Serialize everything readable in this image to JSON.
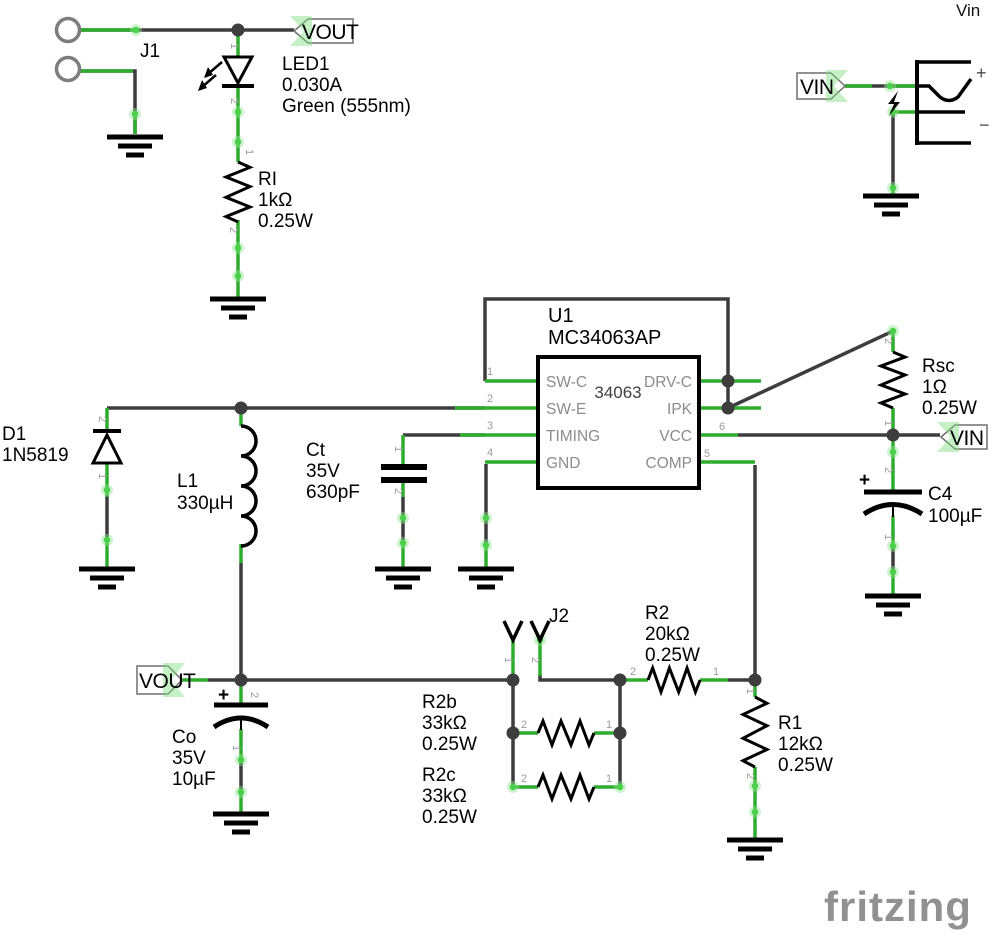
{
  "texts": {
    "vin_corner": "Vin",
    "logo": "fritzing"
  },
  "net_labels": {
    "vout_top": "VOUT",
    "vin_right": "VIN",
    "vin_mid": "VIN",
    "vout_bottom": "VOUT"
  },
  "colors": {
    "wire_dark": "#3d3d3d",
    "wire_green": "#2eac2e",
    "symbol": "#000000",
    "pin_text": "#8c8c8c",
    "logo_gray": "#919191"
  },
  "components": {
    "j1": {
      "ref": "J1"
    },
    "led1": {
      "ref": "LED1",
      "line2": "0.030A",
      "line3": "Green (555nm)",
      "pin_top": "1",
      "pin_bottom": "2"
    },
    "ri": {
      "ref": "RI",
      "line2": "1kΩ",
      "line3": "0.25W",
      "pin_top": "1",
      "pin_bottom": "2"
    },
    "u1": {
      "ref": "U1",
      "part": "MC34063AP",
      "die": "34063",
      "pins_left": [
        {
          "num": "1",
          "name": "SW-C"
        },
        {
          "num": "2",
          "name": "SW-E"
        },
        {
          "num": "3",
          "name": "TIMING"
        },
        {
          "num": "4",
          "name": "GND"
        }
      ],
      "pins_right": [
        {
          "num": "",
          "name": "DRV-C"
        },
        {
          "num": "",
          "name": "IPK"
        },
        {
          "num": "6",
          "name": "VCC"
        },
        {
          "num": "5",
          "name": "COMP"
        }
      ]
    },
    "d1": {
      "ref": "D1",
      "part": "1N5819",
      "pin_top": "2",
      "pin_bottom": "1"
    },
    "l1": {
      "ref": "L1",
      "line2": "330µH"
    },
    "ct": {
      "ref": "Ct",
      "line2": "35V",
      "line3": "630pF",
      "pin_top": "1",
      "pin_bottom": "2"
    },
    "rsc": {
      "ref": "Rsc",
      "line2": "1Ω",
      "line3": "0.25W",
      "pin_top": "2",
      "pin_bottom": "1"
    },
    "c4": {
      "ref": "C4",
      "line2": "100µF",
      "plus": "+",
      "pin_top": "2",
      "pin_bottom": "1"
    },
    "battery": {
      "plus": "+",
      "minus": "−"
    },
    "co": {
      "ref": "Co",
      "line2": "35V",
      "line3": "10µF",
      "plus": "+",
      "pin_top": "2",
      "pin_bottom": "1"
    },
    "j2": {
      "ref": "J2",
      "pin1": "1",
      "pin2": "2"
    },
    "r2": {
      "ref": "R2",
      "line2": "20kΩ",
      "line3": "0.25W",
      "pin_left": "2",
      "pin_right": "1"
    },
    "r2b": {
      "ref": "R2b",
      "line2": "33kΩ",
      "line3": "0.25W",
      "pin_left": "2",
      "pin_right": "1"
    },
    "r2c": {
      "ref": "R2c",
      "line2": "33kΩ",
      "line3": "0.25W",
      "pin_left": "2",
      "pin_right": "1"
    },
    "r1": {
      "ref": "R1",
      "line2": "12kΩ",
      "line3": "0.25W",
      "pin_top": "1",
      "pin_bottom": "2"
    }
  }
}
